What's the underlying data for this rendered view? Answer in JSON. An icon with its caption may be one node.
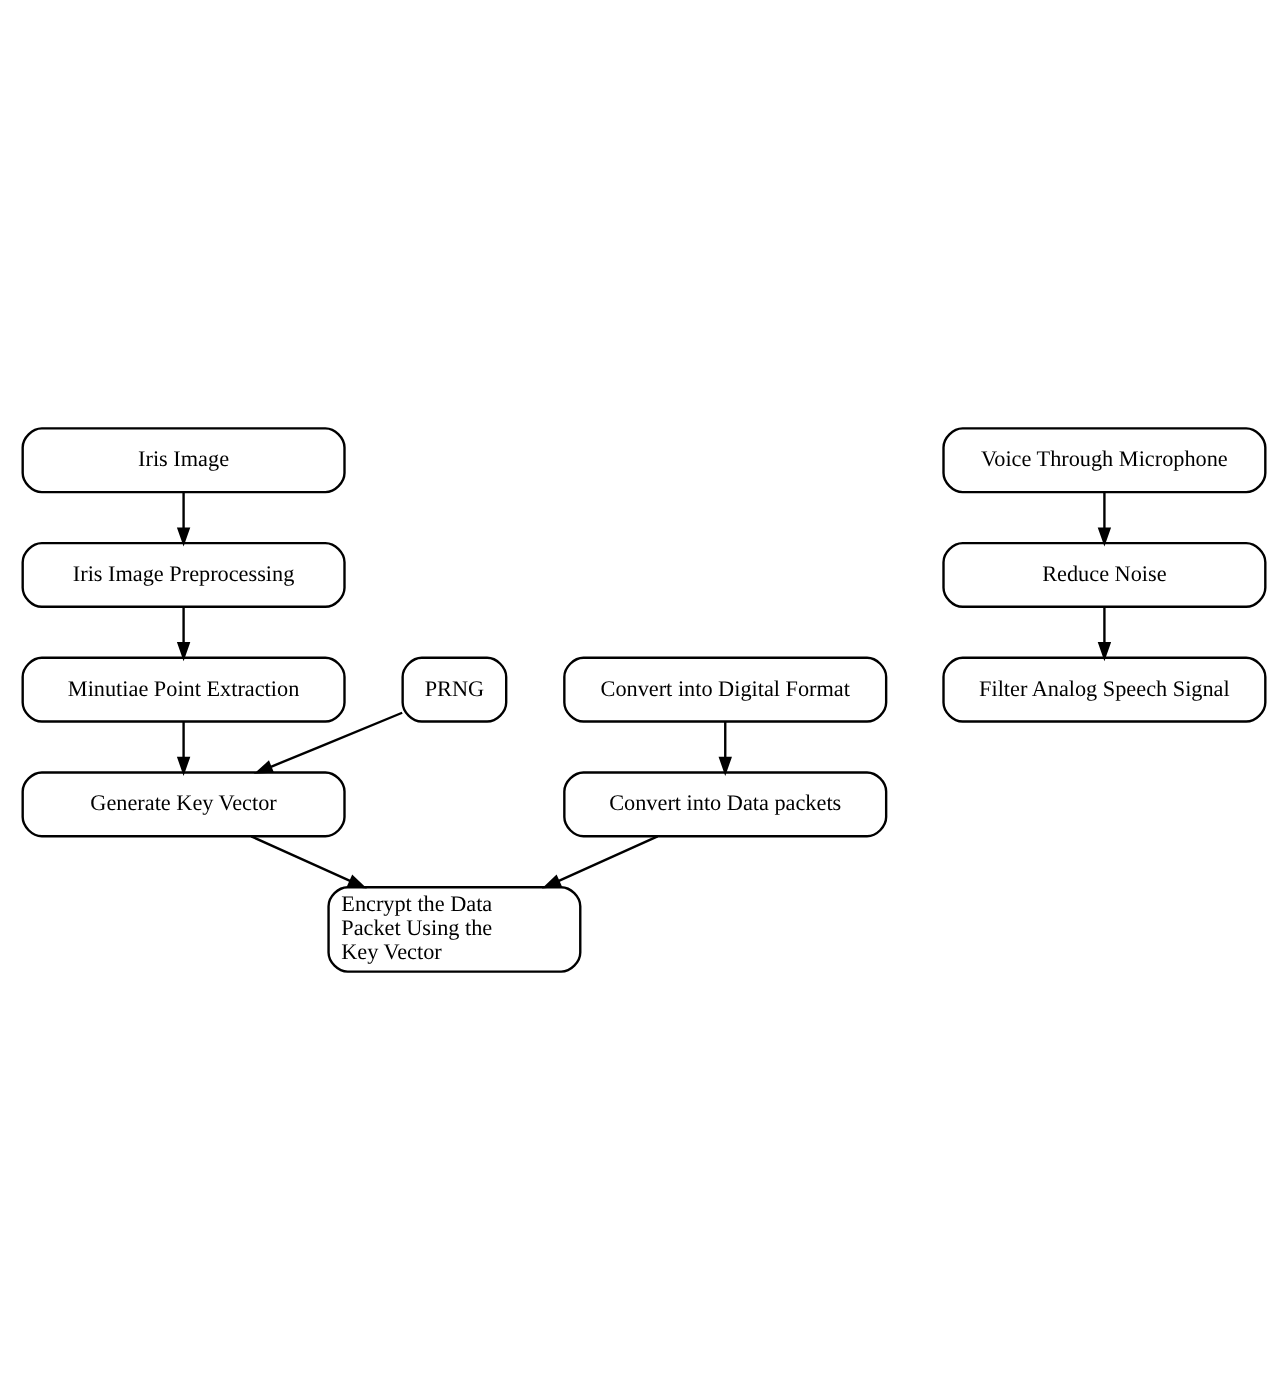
{
  "diagram": {
    "nodes": [
      {
        "text": [
          "Iris Image"
        ]
      },
      {
        "text": [
          "Voice Through Microphone"
        ]
      },
      {
        "text": [
          "Iris Image Preprocessing"
        ]
      },
      {
        "text": [
          "Reduce Noise"
        ]
      },
      {
        "text": [
          "Minutiae Point Extraction"
        ]
      },
      {
        "text": [
          "Filter Analog Speech Signal"
        ]
      },
      {
        "text": [
          "PRNG"
        ]
      },
      {
        "text": [
          "Convert into Digital Format"
        ]
      },
      {
        "text": [
          "Generate Key Vector"
        ]
      },
      {
        "text": [
          "Convert into Data packets"
        ]
      },
      {
        "text": [
          "Encrypt the Data Packet Using the Key Vector"
        ]
      }
    ],
    "edges": [
      {
        "from": 0,
        "to": 2,
        "arrow": "to"
      },
      {
        "from": 1,
        "to": 3,
        "arrow": "to"
      },
      {
        "from": 2,
        "to": 4,
        "arrow": "to"
      },
      {
        "from": 3,
        "to": 5,
        "arrow": "to"
      },
      {
        "from": 4,
        "to": 8,
        "arrow": "to"
      },
      {
        "from": 6,
        "to": 8,
        "arrow": "to"
      },
      {
        "from": 7,
        "to": 9,
        "arrow": "to"
      },
      {
        "from": 8,
        "to": 10,
        "arrow": "to"
      },
      {
        "from": 9,
        "to": 10,
        "arrow": "to"
      }
    ]
  }
}
